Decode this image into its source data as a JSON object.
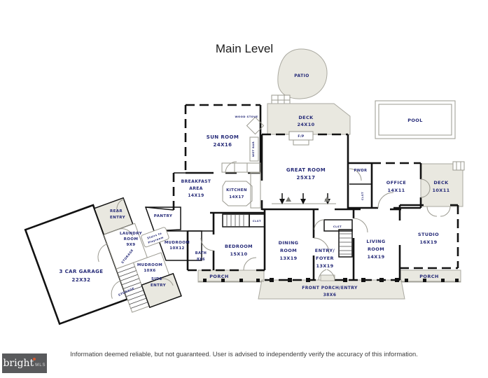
{
  "title": "Main Level",
  "rooms": {
    "patio": {
      "name": "PATIO"
    },
    "deck_top": {
      "name": "DECK",
      "dims": "24X10"
    },
    "pool": {
      "name": "POOL"
    },
    "sun_room": {
      "name": "SUN ROOM",
      "dims": "24X16"
    },
    "great_room": {
      "name": "GREAT ROOM",
      "dims": "25X17"
    },
    "powder": {
      "name": "PWDR"
    },
    "office": {
      "name": "OFFICE",
      "dims": "14X11"
    },
    "deck_right": {
      "name": "DECK",
      "dims": "10X11"
    },
    "breakfast": {
      "name": "BREAKFAST",
      "name2": "AREA",
      "dims": "14X19"
    },
    "kitchen": {
      "name": "KITCHEN",
      "dims": "14X17"
    },
    "garage": {
      "name": "3 CAR GARAGE",
      "dims": "22X32"
    },
    "rear_entry": {
      "name": "REAR",
      "name2": "ENTRY"
    },
    "pantry": {
      "name": "PANTRY"
    },
    "laundry": {
      "name": "LAUNDRY",
      "name2": "ROOM",
      "dims": "9X9"
    },
    "mudroom1": {
      "name": "MUDROOM",
      "dims": "10X12"
    },
    "mudroom2": {
      "name": "MUDROOM",
      "dims": "10X6"
    },
    "side_entry": {
      "name": "SIDE",
      "name2": "ENTRY"
    },
    "bath": {
      "name": "BATH",
      "dims": "8X6"
    },
    "bedroom": {
      "name": "BEDROOM",
      "dims": "15X10"
    },
    "dining": {
      "name": "DINING",
      "name2": "ROOM",
      "dims": "13X19"
    },
    "entry_foyer": {
      "name": "ENTRY/",
      "name2": "FOYER",
      "dims": "13X19"
    },
    "living": {
      "name": "LIVING",
      "name2": "ROOM",
      "dims": "14X19"
    },
    "studio": {
      "name": "STUDIO",
      "dims": "16X19"
    },
    "porch_left": {
      "name": "PORCH"
    },
    "porch_right": {
      "name": "PORCH"
    },
    "front_porch": {
      "name": "FRONT PORCH/ENTRY",
      "dims": "38X6"
    }
  },
  "annotations": {
    "wood_stove": "WOOD STOVE",
    "wet_bar": "WET BAR",
    "fireplace": "F/P",
    "closet": "CLST",
    "storage": "STORAGE",
    "stairs_note_line1": "Stairs to",
    "stairs_note_line2": "Playroom"
  },
  "colors": {
    "label": "#262b78",
    "wall": "#121212",
    "outdoor_fill": "#e9e8e0",
    "logo_bg": "#595a5c",
    "logo_dot": "#d65a31"
  },
  "footer": {
    "disclaimer": "Information deemed reliable, but not guaranteed.  User is advised to independently verify the accuracy of this information.",
    "logo_brand": "bright",
    "logo_suffix": "MLS"
  }
}
